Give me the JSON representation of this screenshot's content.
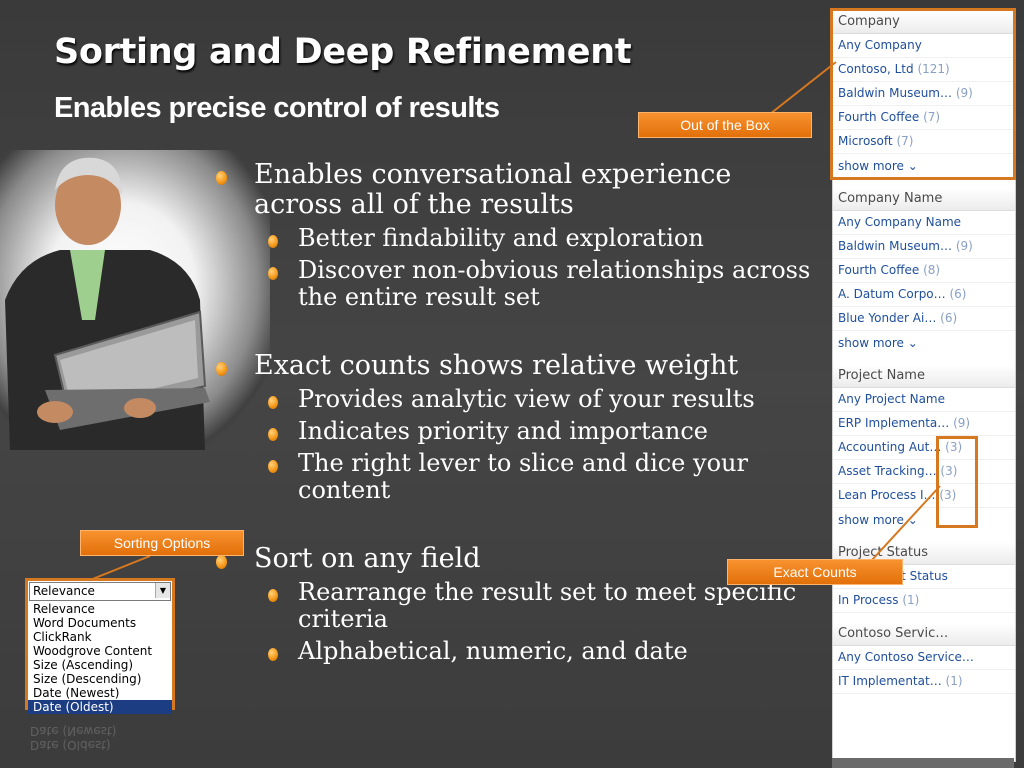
{
  "title": "Sorting and Deep Refinement",
  "subtitle": "Enables precise control of results",
  "bullets": [
    {
      "text": "Enables conversational experience across all of the results",
      "sub": [
        "Better findability and exploration",
        "Discover non-obvious relationships across the entire result set"
      ]
    },
    {
      "text": "Exact counts shows relative weight",
      "sub": [
        "Provides analytic view of your results",
        "Indicates priority and importance",
        "The right lever to slice and dice your content"
      ]
    },
    {
      "text": "Sort on any field",
      "sub": [
        "Rearrange the result set to meet specific criteria",
        "Alphabetical, numeric, and date"
      ]
    }
  ],
  "refiners": {
    "company": {
      "header": "Company",
      "any": "Any Company",
      "items": [
        {
          "label": "Contoso, Ltd",
          "count": "(121)"
        },
        {
          "label": "Baldwin Museum…",
          "count": "(9)"
        },
        {
          "label": "Fourth Coffee",
          "count": "(7)"
        },
        {
          "label": "Microsoft",
          "count": "(7)"
        }
      ],
      "more": "show more ⌄"
    },
    "company_name": {
      "header": "Company Name",
      "any": "Any Company Name",
      "items": [
        {
          "label": "Baldwin Museum…",
          "count": "(9)"
        },
        {
          "label": "Fourth Coffee",
          "count": "(8)"
        },
        {
          "label": "A. Datum Corpo…",
          "count": "(6)"
        },
        {
          "label": "Blue Yonder Ai…",
          "count": "(6)"
        }
      ],
      "more": "show more ⌄"
    },
    "project_name": {
      "header": "Project Name",
      "any": "Any Project Name",
      "items": [
        {
          "label": "ERP Implementa…",
          "count": "(9)"
        },
        {
          "label": "Accounting Aut…",
          "count": "(3)"
        },
        {
          "label": "Asset Tracking…",
          "count": "(3)"
        },
        {
          "label": "Lean Process I…",
          "count": "(3)"
        }
      ],
      "more": "show more ⌄"
    },
    "project_status": {
      "header": "Project Status",
      "any": "Any Project Status",
      "items": [
        {
          "label": "In Process",
          "count": "(1)"
        }
      ]
    },
    "contoso_service": {
      "header": "Contoso Servic…",
      "any": "Any Contoso Service…",
      "items": [
        {
          "label": "IT Implementat…",
          "count": "(1)"
        }
      ]
    }
  },
  "callouts": {
    "out_of_box": "Out of the Box",
    "exact_counts": "Exact Counts",
    "sorting_options": "Sorting Options"
  },
  "sorting": {
    "selected": "Relevance",
    "options": [
      "Relevance",
      "Word Documents",
      "ClickRank",
      "Woodgrove Content",
      "Size (Ascending)",
      "Size (Descending)",
      "Date (Newest)",
      "Date (Oldest)"
    ],
    "highlighted": "Date (Oldest)"
  },
  "colors": {
    "accent_orange": "#e2700a",
    "link_blue": "#1f4f9b",
    "background": "#404040"
  }
}
